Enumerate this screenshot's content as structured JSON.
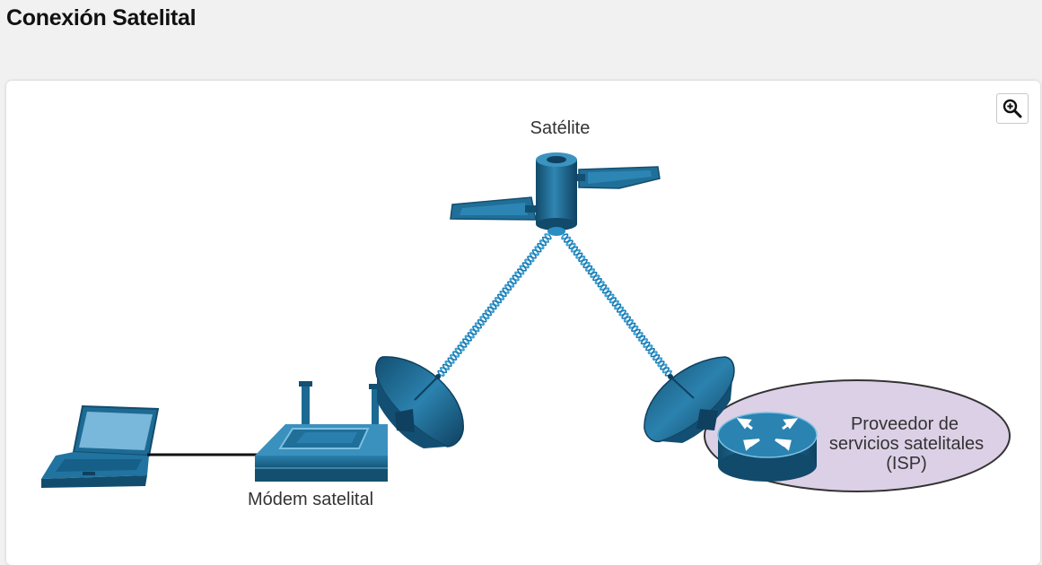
{
  "page": {
    "title": "Conexión Satelital"
  },
  "toolbar": {
    "zoom_icon": "zoom-in-icon"
  },
  "diagram": {
    "satellite_label": "Satélite",
    "modem_label": "Módem satelital",
    "isp_label_lines": [
      "Proveedor de",
      "servicios satelitales",
      "(ISP)"
    ]
  },
  "colors": {
    "device_blue": "#1f6f99",
    "device_dark": "#154e6e",
    "signal": "#3aa0d6",
    "isp_cloud": "#dcd0e6",
    "cable": "#111111"
  }
}
